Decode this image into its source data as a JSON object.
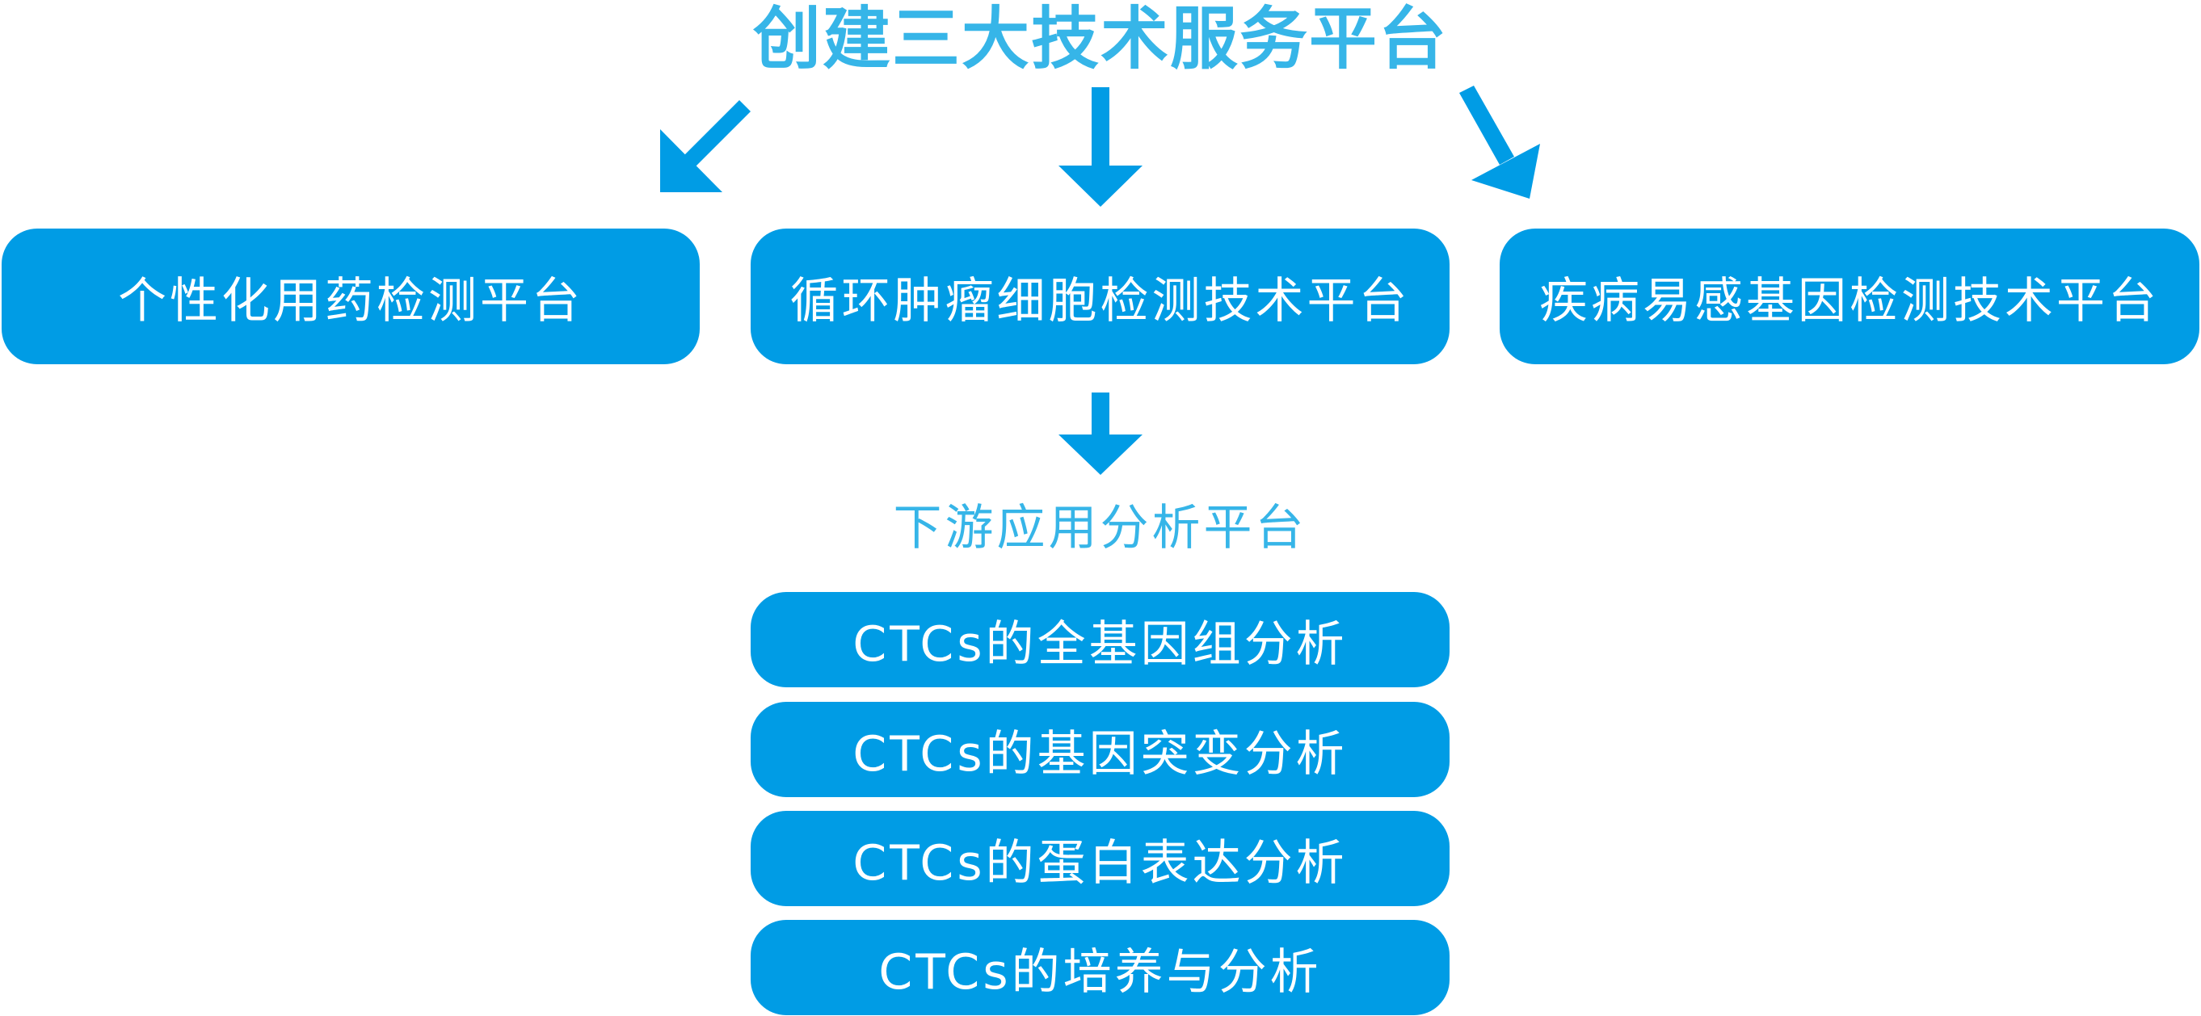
{
  "diagram": {
    "title": "创建三大技术服务平台",
    "platforms": [
      {
        "label": "个性化用药检测平台"
      },
      {
        "label": "循环肿瘤细胞检测技术平台"
      },
      {
        "label": "疾病易感基因检测技术平台"
      }
    ],
    "downstream": {
      "title": "下游应用分析平台",
      "items": [
        {
          "label": "CTCs的全基因组分析"
        },
        {
          "label": "CTCs的基因突变分析"
        },
        {
          "label": "CTCs的蛋白表达分析"
        },
        {
          "label": "CTCs的培养与分析"
        }
      ]
    },
    "colors": {
      "box": "#009ce5",
      "title_text": "#36b5e8",
      "box_text": "#ffffff"
    },
    "icons": {
      "arrow": "arrow-icon"
    }
  }
}
